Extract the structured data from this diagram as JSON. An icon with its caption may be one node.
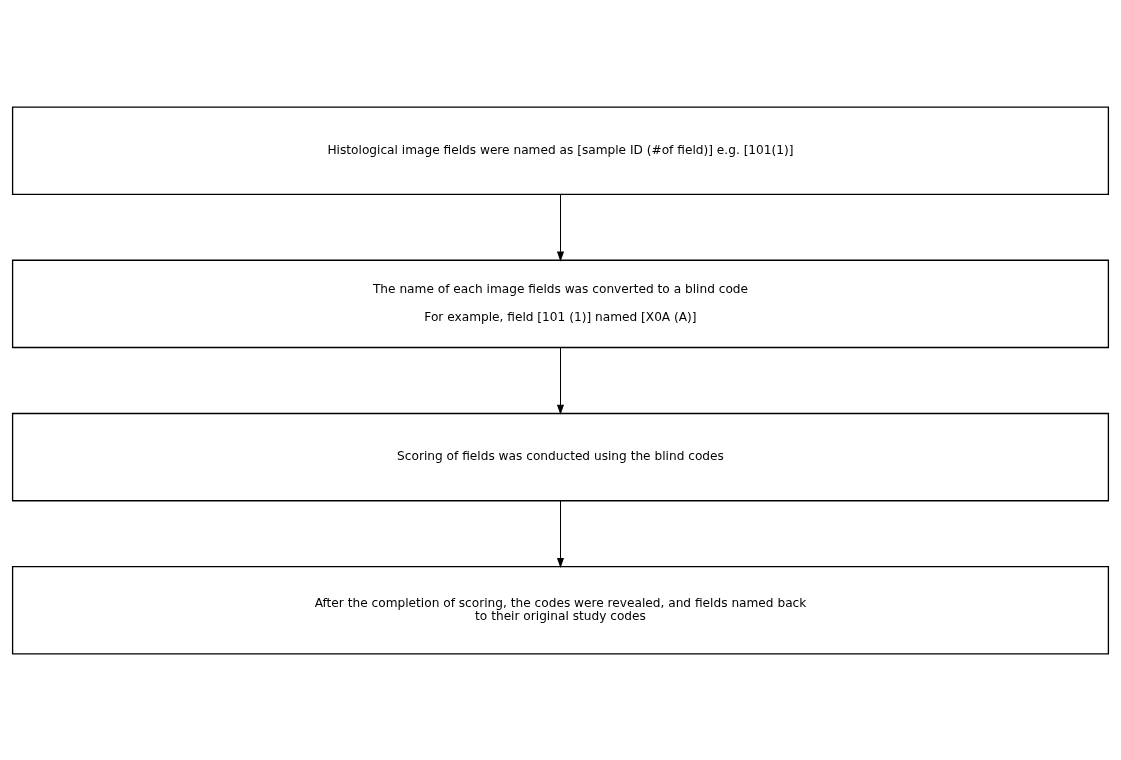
{
  "diagram": {
    "nodes": [
      {
        "text": [
          "Histological image fields were named as [sample ID (#of field)] e.g. [101(1)]"
        ]
      },
      {
        "text": [
          "The name of each image fields was converted to a blind code",
          "For example, field [101 (1)] named [X0A (A)]"
        ]
      },
      {
        "text": [
          "Scoring of fields was conducted using the blind codes"
        ]
      },
      {
        "text": [
          "After the completion of scoring, the codes were revealed, and fields named back to their original study codes"
        ]
      }
    ],
    "edges": [
      {
        "from": 0,
        "to": 1,
        "arrow": "to"
      },
      {
        "from": 1,
        "to": 2,
        "arrow": "to"
      },
      {
        "from": 2,
        "to": 3,
        "arrow": "to"
      }
    ]
  }
}
